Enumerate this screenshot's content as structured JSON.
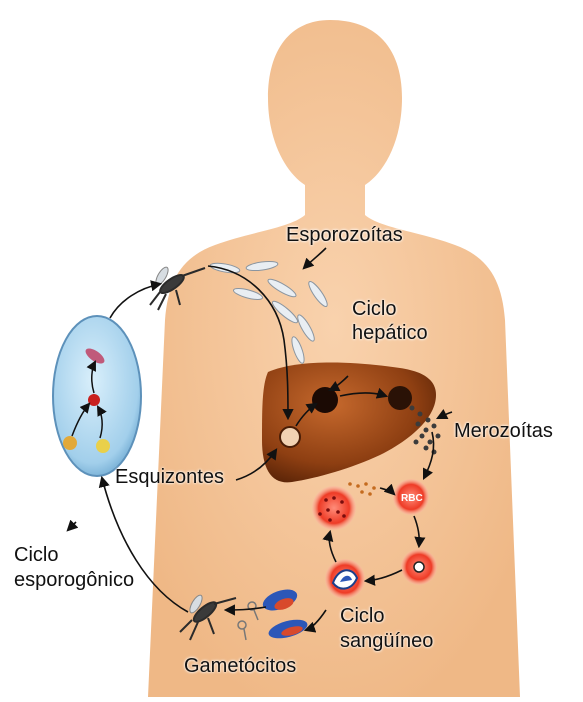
{
  "labels": {
    "esporozoitas": "Esporozoítas",
    "ciclo_hepatico_line1": "Ciclo",
    "ciclo_hepatico_line2": "hepático",
    "merozoitas": "Merozoítas",
    "esquizontes": "Esquizontes",
    "ciclo_esporogonico_line1": "Ciclo",
    "ciclo_esporogonico_line2": "esporogônico",
    "ciclo_sanguineo_line1": "Ciclo",
    "ciclo_sanguineo_line2": "sangüíneo",
    "gametocitos": "Gametócitos",
    "rbc": "RBC"
  },
  "colors": {
    "body_skin": "#f6c79a",
    "liver": "#9b4a17",
    "mosquito_gut": "#a9d4ef",
    "infected_cell": "#e8412f",
    "arrow": "#111111"
  }
}
